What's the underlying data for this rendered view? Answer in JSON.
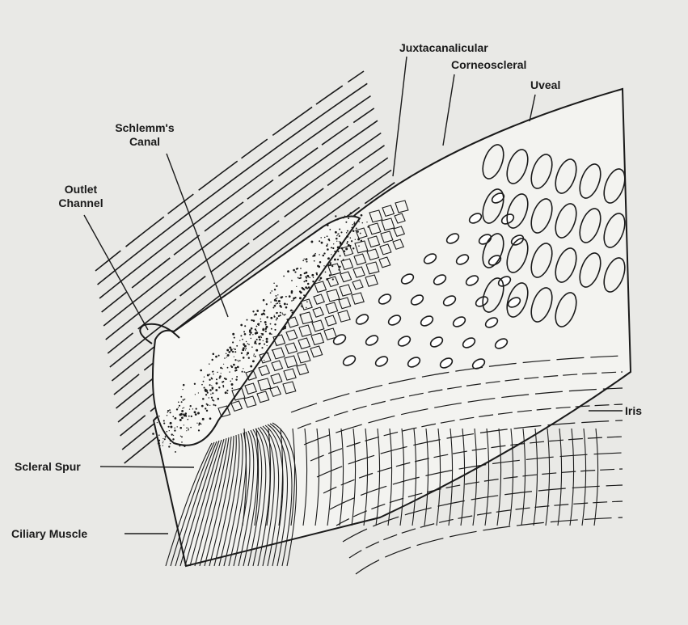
{
  "labels": {
    "juxtacanalicular": "Juxtacanalicular",
    "corneoscleral": "Corneoscleral",
    "uveal": "Uveal",
    "schlemms_canal_line1": "Schlemm's",
    "schlemms_canal_line2": "Canal",
    "outlet_channel_line1": "Outlet",
    "outlet_channel_line2": "Channel",
    "iris": "Iris",
    "scleral_spur": "Scleral Spur",
    "ciliary_muscle": "Ciliary Muscle"
  },
  "colors": {
    "ink": "#1a1a1a",
    "paper": "#e9e9e6",
    "tissue": "#f3f3f0"
  }
}
